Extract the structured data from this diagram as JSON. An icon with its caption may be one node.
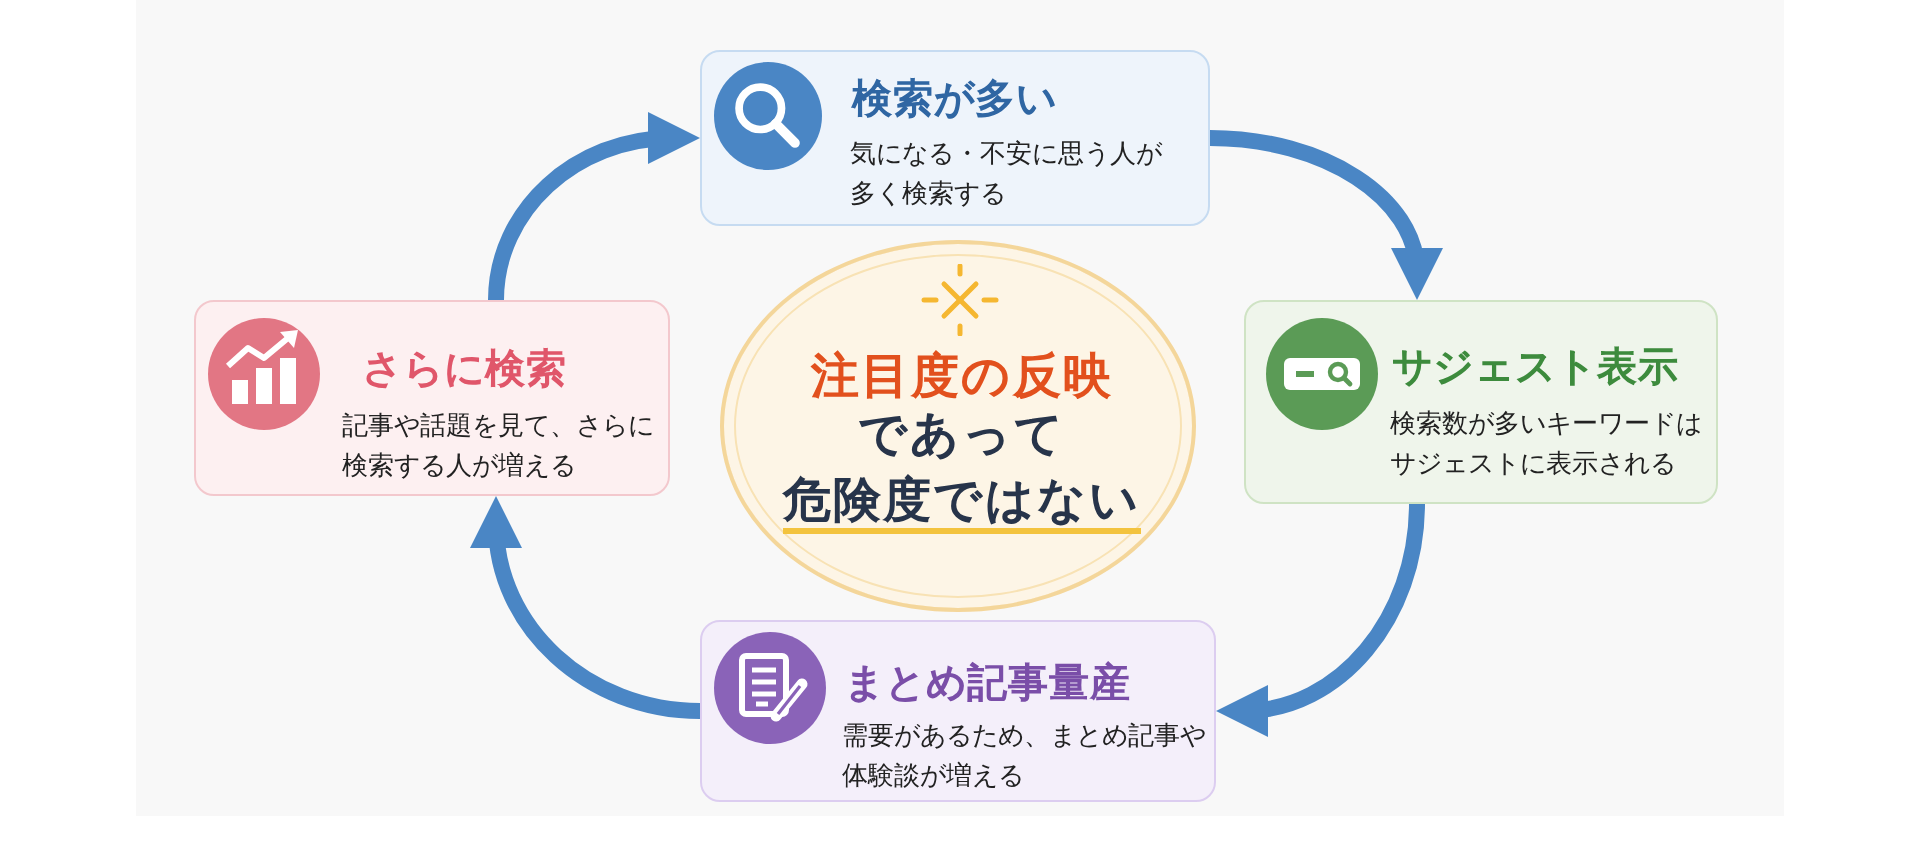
{
  "diagram": {
    "nodes": [
      {
        "text": [
          "検索が多い",
          "気になる・不安に思う人が多く検索する"
        ]
      },
      {
        "text": [
          "サジェスト表示",
          "検索数が多いキーワードはサジェストに表示される"
        ]
      },
      {
        "text": [
          "まとめ記事量産",
          "需要があるため、まとめ記事や体験談が増える"
        ]
      },
      {
        "text": [
          "さらに検索",
          "記事や話題を見て、さらに検索する人が増える"
        ]
      },
      {
        "text": [
          "注目度の反映",
          "であって",
          "危険度ではない"
        ]
      }
    ],
    "edges": [
      {
        "from": 0,
        "to": 1,
        "arrow": "to"
      },
      {
        "from": 1,
        "to": 2,
        "arrow": "to"
      },
      {
        "from": 2,
        "to": 3,
        "arrow": "to"
      },
      {
        "from": 3,
        "to": 0,
        "arrow": "to"
      }
    ]
  }
}
